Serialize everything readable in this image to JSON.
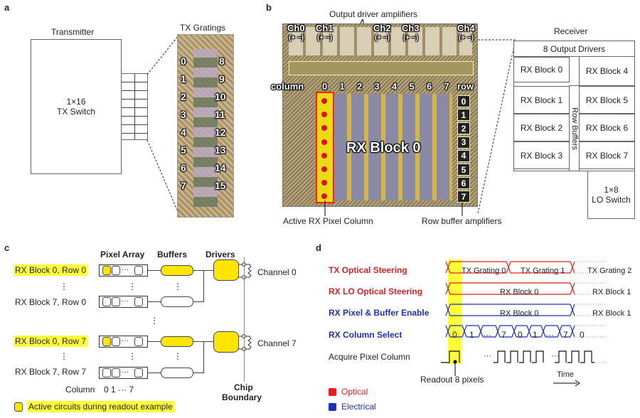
{
  "panels": {
    "a": "a",
    "b": "b",
    "c": "c",
    "d": "d"
  },
  "panel_a": {
    "transmitter_label": "Transmitter",
    "switch_label_1": "1×16",
    "switch_label_2": "TX Switch",
    "gratings_label": "TX Gratings",
    "gratings_left": [
      "0",
      "1",
      "2",
      "3",
      "4",
      "5",
      "6",
      "7"
    ],
    "gratings_right": [
      "8",
      "9",
      "10",
      "11",
      "12",
      "13",
      "14",
      "15"
    ]
  },
  "panel_b": {
    "channels": [
      "Ch0",
      "Ch1",
      "Ch2",
      "Ch3",
      "Ch4"
    ],
    "channel_pm": "(+ −)",
    "output_driver_label": "Output driver amplifiers",
    "column_label": "column",
    "columns": [
      "0",
      "1",
      "2",
      "3",
      "4",
      "5",
      "6",
      "7"
    ],
    "row_label": "row",
    "rows": [
      "0",
      "1",
      "2",
      "3",
      "4",
      "5",
      "6",
      "7"
    ],
    "block_label": "RX Block 0",
    "active_column_label": "Active RX Pixel Column",
    "row_buffer_label": "Row buffer amplifiers",
    "receiver_label": "Receiver",
    "output_drivers_box": "8 Output Drivers",
    "row_buffers_box": "Row Buffers",
    "rx_blocks_left": [
      "RX Block 0",
      "RX Block 1",
      "RX Block 2",
      "RX Block 3"
    ],
    "rx_blocks_right": [
      "RX Block 4",
      "RX Block 5",
      "RX Block 6",
      "RX Block 7"
    ],
    "lo_switch_1": "1×8",
    "lo_switch_2": "LO Switch"
  },
  "panel_c": {
    "header_pixel": "Pixel Array",
    "header_buffers": "Buffers",
    "header_drivers": "Drivers",
    "row_labels": [
      "RX Block 0, Row 0",
      "RX Block 7, Row 0",
      "RX Block 0, Row 7",
      "RX Block 7, Row 7"
    ],
    "channel_0": "Channel 0",
    "channel_7": "Channel 7",
    "column_label": "Column",
    "column_ticks": "0  1 ··· 7",
    "chip_boundary_1": "Chip",
    "chip_boundary_2": "Boundary",
    "legend_text": "Active circuits during readout example",
    "dots": "⋮",
    "ellipsis": "···"
  },
  "panel_d": {
    "signals": [
      {
        "label": "TX Optical Steering",
        "kind": "optical"
      },
      {
        "label": "RX LO Optical Steering",
        "kind": "optical"
      },
      {
        "label": "RX Pixel & Buffer Enable",
        "kind": "electrical"
      },
      {
        "label": "RX Column Select",
        "kind": "electrical"
      },
      {
        "label": "Acquire Pixel Column",
        "kind": "plain"
      }
    ],
    "tx_states": [
      "TX Grating 0",
      "TX Grating 1",
      "TX Grating 2"
    ],
    "lo_states": [
      "RX Block 0",
      "RX Block 1"
    ],
    "enable_states": [
      "RX Block 0",
      "RX Block 1"
    ],
    "column_states": [
      "0",
      "1",
      "···",
      "7",
      "0",
      "1",
      "···",
      "7",
      "0"
    ],
    "acquire_dots": "···",
    "readout_label": "Readout 8 pixels",
    "time_label": "Time",
    "legend": [
      {
        "label": "Optical",
        "color": "#e02020"
      },
      {
        "label": "Electrical",
        "color": "#1d2fb8"
      }
    ],
    "colors": {
      "optical": "#d82020",
      "electrical": "#1d2fb8",
      "highlight": "#ffff3a"
    }
  }
}
